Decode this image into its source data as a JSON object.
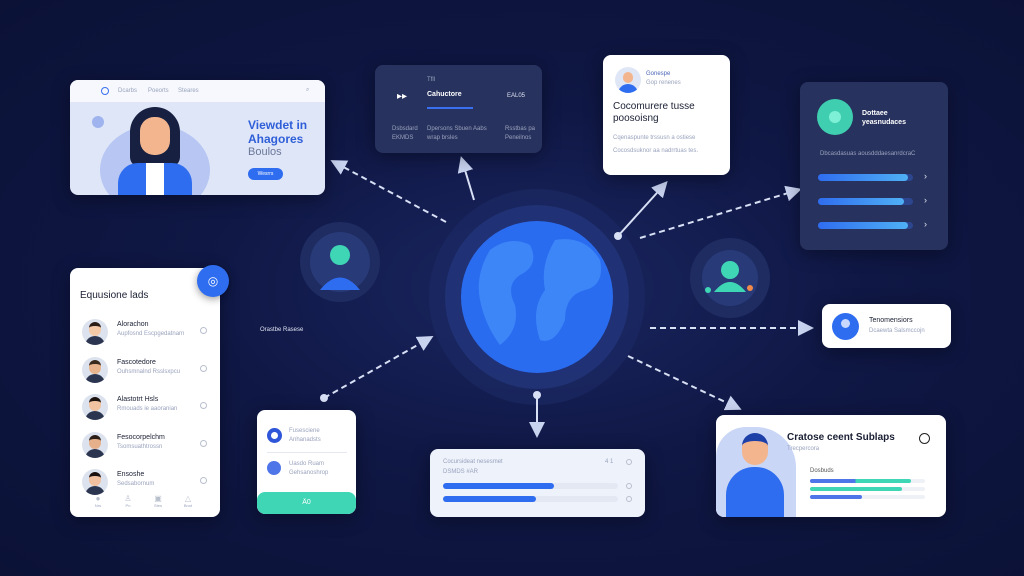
{
  "colors": {
    "background": "#0f1744",
    "accent": "#2f6df0",
    "teal": "#3fd6b5",
    "card": "#f7f9fe",
    "dark_card": "#27325e"
  },
  "web_card": {
    "nav": [
      "Dcarbs",
      "Poeorts",
      "Steares"
    ],
    "headline": [
      "Viewdet in",
      "Ahagores"
    ],
    "sub": "Boulos",
    "button": "Wesrrs"
  },
  "media_card": {
    "top": "Tfll",
    "title": "Cahuctore",
    "badge": "EAL05",
    "cols": [
      [
        "Dsbsdard",
        "EKMDS"
      ],
      [
        "Dpersons Sbuen Aabs",
        "wrap brsles"
      ],
      [
        "Rsstbas pa",
        "Peneilnos"
      ]
    ]
  },
  "profile_card": {
    "name": "Gonespe",
    "role": "Gop renenes",
    "title": [
      "Cocomurere tusse",
      "poosoisng"
    ],
    "lines": [
      "Cqenaspunte trssusn a ostiese",
      "Cocosdsuknor aa nadrrtuas tes."
    ]
  },
  "progress_card": {
    "title": [
      "Dottaee",
      "yeasnudaces"
    ],
    "caption": "Dbcasdasuas aousdddaesanrdcraC",
    "progress": [
      0.95,
      0.9,
      0.95
    ]
  },
  "list_card": {
    "title": "Equusione lads",
    "items": [
      {
        "name": "Alorachon",
        "sub": "Aupfosnd Escpgedatnarn"
      },
      {
        "name": "Fascotedore",
        "sub": "Ouhsmnalnd Rsslsxpcu"
      },
      {
        "name": "Alastotrt Hsls",
        "sub": "Rmouads ie aaoranian"
      },
      {
        "name": "Fesocorpelchm",
        "sub": "Tsomsuathtrossn"
      },
      {
        "name": "Ensoshe",
        "sub": "Sedsabornum"
      }
    ],
    "nav": [
      "Nrs",
      "Pn",
      "Stes",
      "Bnot"
    ]
  },
  "floating_label": "Orastbe Rasese",
  "options_card": {
    "items": [
      {
        "name": "Fusesciene",
        "sub": "Anhanadsts"
      },
      {
        "name": "Uasdo Ruam",
        "sub": "Gehsanoshrop"
      }
    ],
    "button": "Ä0"
  },
  "bottom_card": {
    "header": "Cocursideat   nesesmet",
    "sub": "DSMDS #AR",
    "meta": "4 1",
    "progress": [
      0.6,
      0.5
    ]
  },
  "contact_card": {
    "name": "Tenomensiors",
    "sub": "Dcaewta Salsmccojn"
  },
  "feature_card": {
    "title": "Cratose ceent Sublaps",
    "sub": "Trecpercora",
    "label": "Dosbuds",
    "progress": [
      0.88,
      0.8,
      0.45
    ]
  }
}
